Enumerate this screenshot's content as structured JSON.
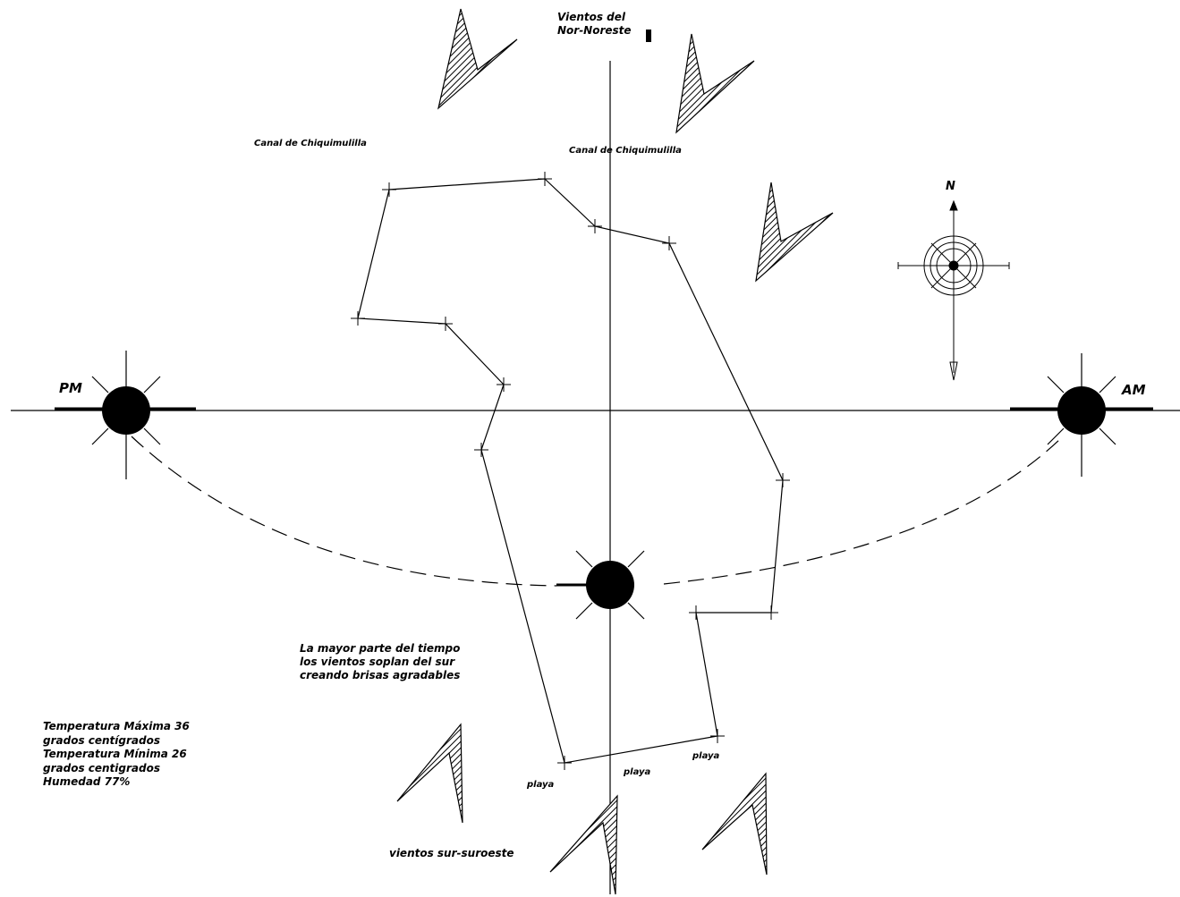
{
  "labels": {
    "wind_north": "Vientos del\nNor-Noreste",
    "canal_left": "Canal de Chiquimulilla",
    "canal_right": "Canal de Chiquimulilla",
    "north_letter": "N",
    "pm": "PM",
    "am": "AM",
    "note_south_winds": "La mayor parte del tiempo\nlos vientos soplan del sur\ncreando brisas agradables",
    "climate": "Temperatura Máxima 36\ngrados centígrados\nTemperatura Mínima 26\ngrados centigrados\nHumedad 77%",
    "beach_1": "playa",
    "beach_2": "playa",
    "beach_3": "playa",
    "wind_south": "vientos sur-suroeste"
  },
  "colors": {
    "ink": "#000000",
    "hatch": "#000000",
    "background": "#ffffff"
  },
  "icons": {
    "sun": "sun-icon",
    "compass": "compass-rose-icon",
    "wind_arrow": "wind-arrow-icon"
  }
}
